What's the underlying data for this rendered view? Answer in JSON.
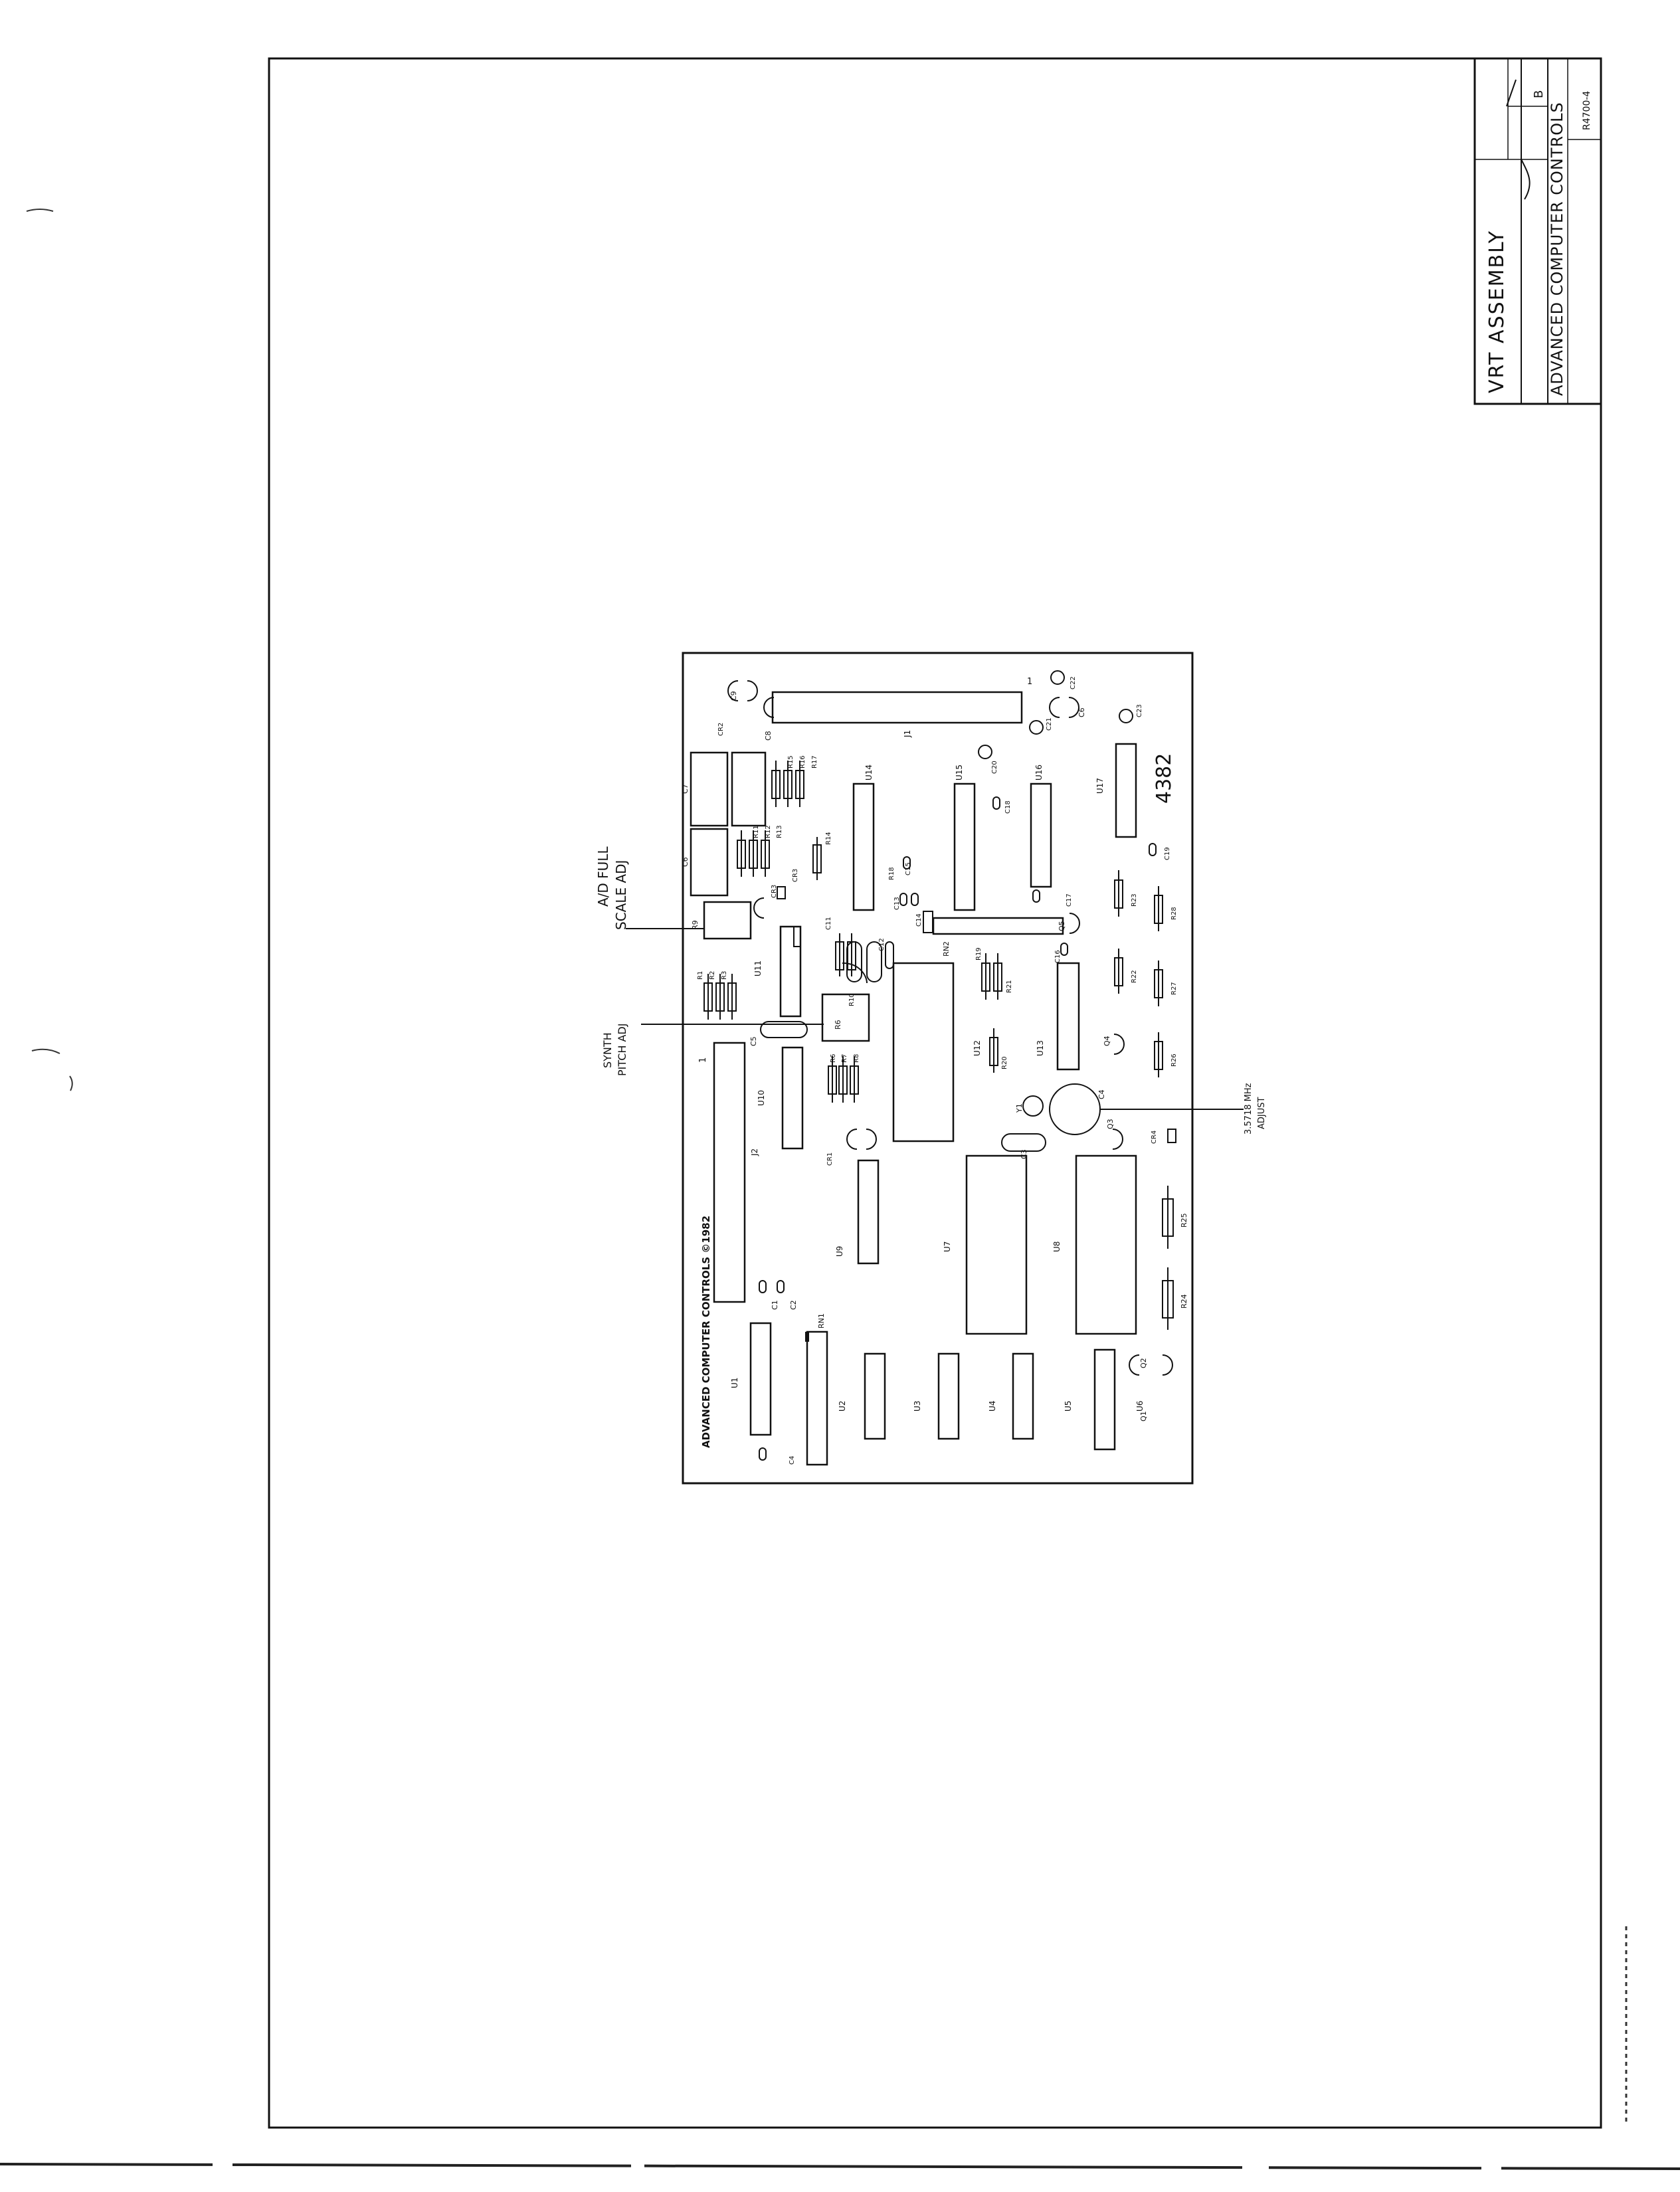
{
  "title_block": {
    "title": "VRT ASSEMBLY",
    "size": "B",
    "company": "ADVANCED COMPUTER CONTROLS",
    "drawing_number": "R4700-4"
  },
  "board": {
    "number": "4382",
    "silkscreen": "ADVANCED COMPUTER CONTROLS ©1982",
    "top_connector_pin": "1",
    "left_connector_pin": "1"
  },
  "callouts": {
    "ad_full_scale": [
      "A/D FULL",
      "SCALE ADJ"
    ],
    "synth_pitch": [
      "SYNTH",
      "PITCH ADJ"
    ],
    "crystal_adjust": [
      "3.5718 MHz",
      "ADJUST"
    ]
  },
  "components": {
    "J1": "J1",
    "J2": "J2",
    "U1": "U1",
    "U2": "U2",
    "U3": "U3",
    "U4": "U4",
    "U5": "U5",
    "U6": "U6",
    "U7": "U7",
    "U8": "U8",
    "U9": "U9",
    "U10": "U10",
    "U11": "U11",
    "U12": "U12",
    "U13": "U13",
    "U14": "U14",
    "U15": "U15",
    "U16": "U16",
    "U17": "U17",
    "R1": "R1",
    "R2": "R2",
    "R3": "R3",
    "R6": "R6",
    "R7": "R7",
    "R8": "R8",
    "R9": "R9",
    "R10": "R10",
    "R11": "R11",
    "R12": "R12",
    "R13": "R13",
    "R14": "R14",
    "R15": "R15",
    "R16": "R16",
    "R17": "R17",
    "R18": "R18",
    "R19": "R19",
    "R20": "R20",
    "R21": "R21",
    "R22": "R22",
    "R23": "R23",
    "R24": "R24",
    "R25": "R25",
    "R26": "R26",
    "R27": "R27",
    "R28": "R28",
    "C1": "C1",
    "C2": "C2",
    "C3": "C3",
    "C4": "C4",
    "C5": "C5",
    "C6": "C6",
    "C7": "C7",
    "C8": "C8",
    "C9": "C9",
    "C11": "C11",
    "C12": "C12",
    "C13": "C13",
    "C14": "C14",
    "C15": "C15",
    "C16": "C16",
    "C17": "C17",
    "C18": "C18",
    "C19": "C19",
    "C20": "C20",
    "C21": "C21",
    "C22": "C22",
    "C23": "C23",
    "CR1": "CR1",
    "CR2": "CR2",
    "CR3": "CR3",
    "CR4": "CR4",
    "Q1": "Q1",
    "Q2": "Q2",
    "Q3": "Q3",
    "Q4": "Q4",
    "Q5": "Q5",
    "Y1": "Y1",
    "RN1": "RN1",
    "RN2": "RN2"
  }
}
